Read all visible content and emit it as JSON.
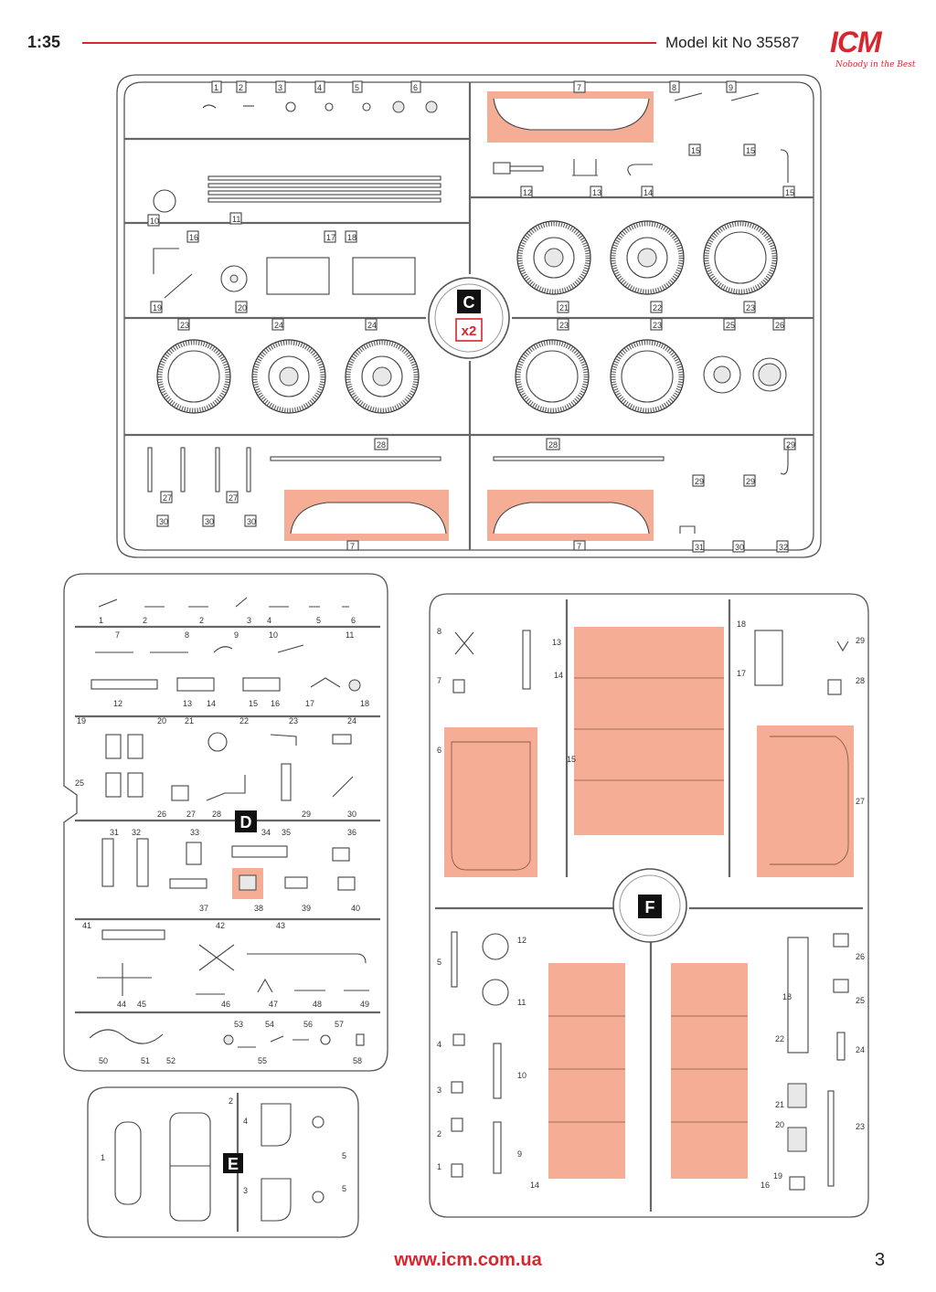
{
  "header": {
    "scale": "1:35",
    "model": "Model kit No 35587"
  },
  "logo": {
    "brand": "ICM",
    "tagline": "Nobody in the Best"
  },
  "sprues": {
    "C": {
      "letter": "C",
      "multiplier": "x2"
    },
    "D": {
      "letter": "D"
    },
    "E": {
      "letter": "E"
    },
    "F": {
      "letter": "F"
    }
  },
  "footer": {
    "url": "www.icm.com.ua",
    "page": "3"
  },
  "colors": {
    "accent": "#d8262c",
    "highlight": "#f4a58a"
  }
}
